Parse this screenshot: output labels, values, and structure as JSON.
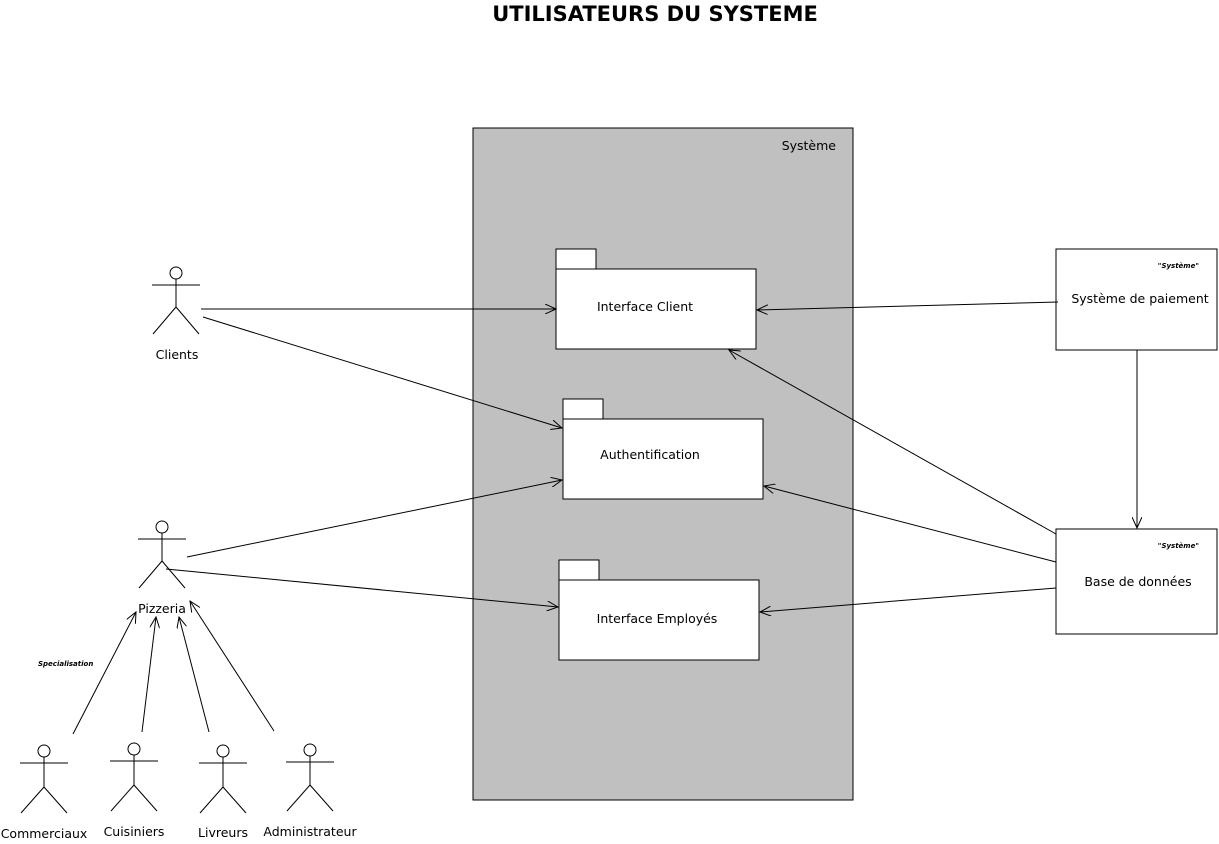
{
  "title": "UTILISATEURS DU SYSTEME",
  "system": {
    "label": "Système"
  },
  "packages": {
    "interface_client": "Interface Client",
    "authentification": "Authentification",
    "interface_employes": "Interface Employés"
  },
  "external_systems": {
    "paiement": {
      "stereotype": "\"Système\"",
      "label": "Système de paiement"
    },
    "base_donnees": {
      "stereotype": "\"Système\"",
      "label": "Base de données"
    }
  },
  "actors": {
    "clients": "Clients",
    "pizzeria": "Pizzeria",
    "commerciaux": "Commerciaux",
    "cuisiniers": "Cuisiniers",
    "livreurs": "Livreurs",
    "administrateur": "Administrateur"
  },
  "specialisation_label": "Specialisation"
}
